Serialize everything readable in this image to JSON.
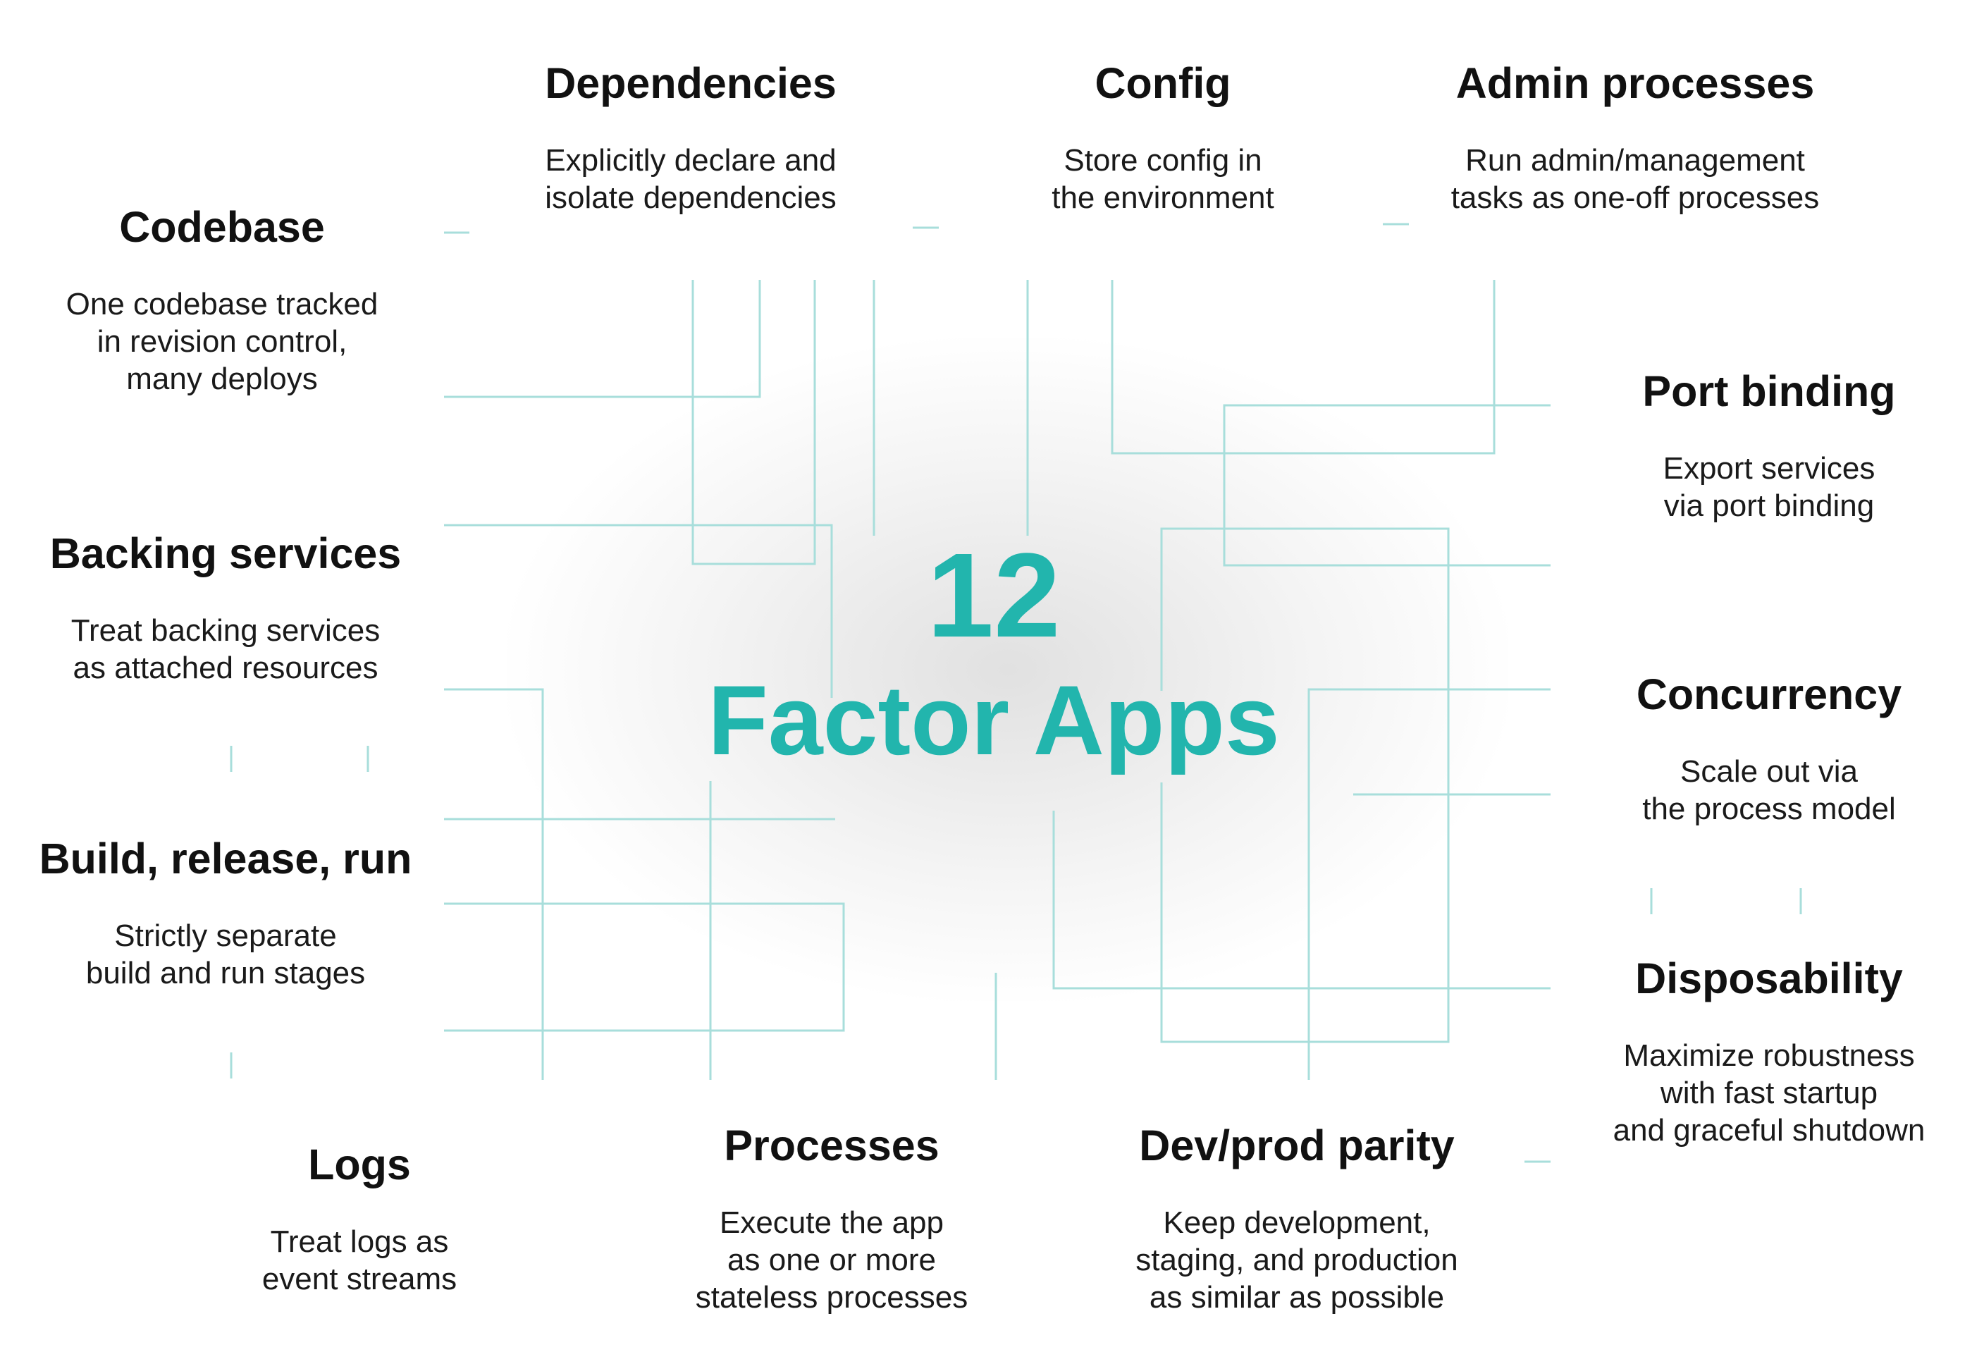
{
  "center": {
    "number": "12",
    "label": "Factor Apps"
  },
  "accent_color": "#22b5ad",
  "line_color": "#a8dedb",
  "factors": [
    {
      "id": "codebase",
      "title": "Codebase",
      "description": "One codebase tracked\nin revision control,\nmany deploys"
    },
    {
      "id": "dependencies",
      "title": "Dependencies",
      "description": "Explicitly declare and\nisolate dependencies"
    },
    {
      "id": "config",
      "title": "Config",
      "description": "Store config in\nthe environment"
    },
    {
      "id": "admin-processes",
      "title": "Admin processes",
      "description": "Run admin/management\ntasks as one-off processes"
    },
    {
      "id": "port-binding",
      "title": "Port binding",
      "description": "Export services\nvia port binding"
    },
    {
      "id": "backing-services",
      "title": "Backing services",
      "description": "Treat backing services\nas attached resources"
    },
    {
      "id": "concurrency",
      "title": "Concurrency",
      "description": "Scale out via\nthe process model"
    },
    {
      "id": "build-release-run",
      "title": "Build, release, run",
      "description": "Strictly separate\nbuild and run stages"
    },
    {
      "id": "disposability",
      "title": "Disposability",
      "description": "Maximize robustness\nwith fast startup\nand graceful shutdown"
    },
    {
      "id": "logs",
      "title": "Logs",
      "description": "Treat logs as\nevent streams"
    },
    {
      "id": "processes",
      "title": "Processes",
      "description": "Execute the app\nas one or more\nstateless processes"
    },
    {
      "id": "dev-prod-parity",
      "title": "Dev/prod parity",
      "description": "Keep development,\nstaging, and production\nas similar as possible"
    }
  ]
}
